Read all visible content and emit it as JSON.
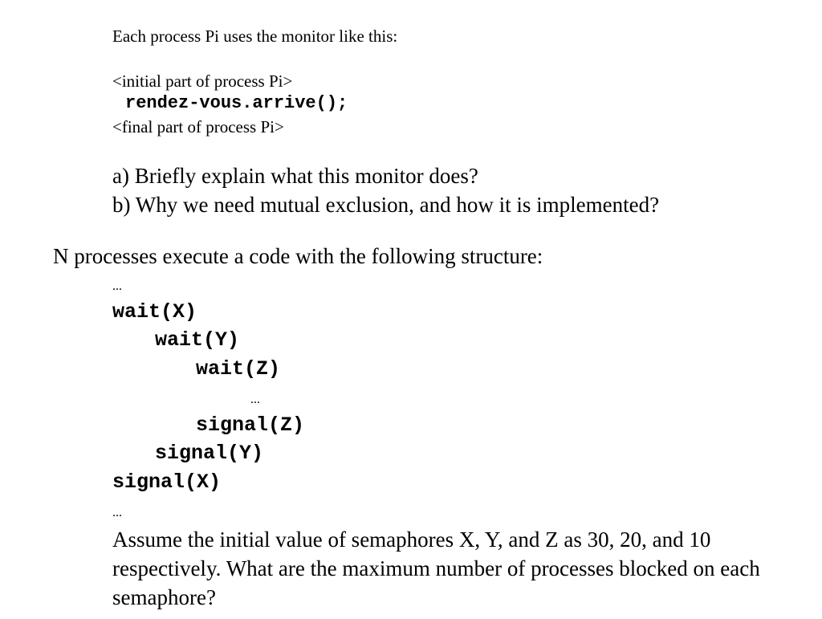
{
  "section1": {
    "intro": "Each process Pi uses the monitor like this:",
    "code": {
      "initial_line": "<initial part of process Pi>",
      "call_line": "rendez-vous.arrive();",
      "final_line": "<final part of process Pi>"
    },
    "questions": [
      "a)  Briefly explain what this monitor does?",
      "b)  Why we need mutual exclusion, and how it is implemented?"
    ]
  },
  "section2": {
    "intro": "N processes execute a code with the following structure:",
    "code": {
      "ellipsis_top": "...",
      "lines": [
        "wait(X)",
        "wait(Y)",
        "wait(Z)",
        "...",
        "signal(Z)",
        "signal(Y)",
        "signal(X)"
      ],
      "ellipsis_bottom": "..."
    },
    "question": "Assume the initial value of semaphores X, Y, and Z as 30, 20, and 10 respectively. What are the maximum number of processes blocked on each semaphore?"
  }
}
